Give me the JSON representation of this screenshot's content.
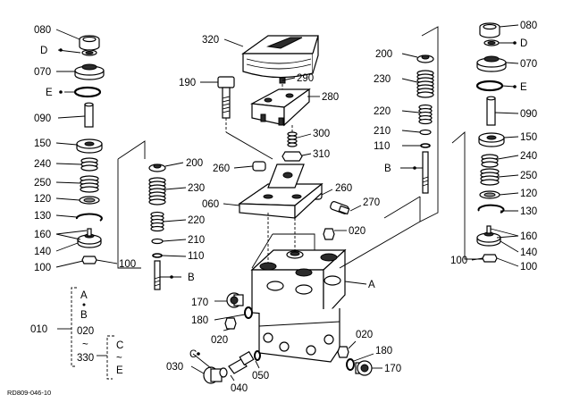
{
  "diagram": {
    "figure_code": "RD809-046-10",
    "labels": {
      "p080L": "080",
      "pDL": "D",
      "p070L": "070",
      "pEL": "E",
      "p090L": "090",
      "p150L": "150",
      "p240L": "240",
      "p250L": "250",
      "p120L": "120",
      "p130L": "130",
      "p160L": "160",
      "p140L": "140",
      "p100L": "100",
      "p100L2": "100",
      "p320": "320",
      "p290": "290",
      "p190": "190",
      "p280": "280",
      "p300": "300",
      "p310": "310",
      "p260a": "260",
      "p260b": "260",
      "p060": "060",
      "p270": "270",
      "p200m": "200",
      "p230m": "230",
      "p220m": "220",
      "p210m": "210",
      "p110m": "110",
      "pBm": "B",
      "p020a": "020",
      "pA": "A",
      "p170a": "170",
      "p180a": "180",
      "p020b": "020",
      "p020c": "020",
      "pC": "C",
      "p030": "030",
      "p040": "040",
      "p050": "050",
      "p180b": "180",
      "p170b": "170",
      "p200r": "200",
      "p230r": "230",
      "p220r": "220",
      "p210r": "210",
      "p110r": "110",
      "pBr": "B",
      "p080R": "080",
      "pDR": "D",
      "p070R": "070",
      "pER": "E",
      "p090R": "090",
      "p150R": "150",
      "p240R": "240",
      "p250R": "250",
      "p120R": "120",
      "p130R": "130",
      "p160R": "160",
      "p140R": "140",
      "p100R": "100",
      "p100R2": "100"
    },
    "legend": {
      "set_number": "010",
      "items": [
        "A",
        "B",
        "020",
        "330"
      ],
      "range_mark": "~",
      "sub_items": [
        "C",
        "E"
      ]
    }
  }
}
